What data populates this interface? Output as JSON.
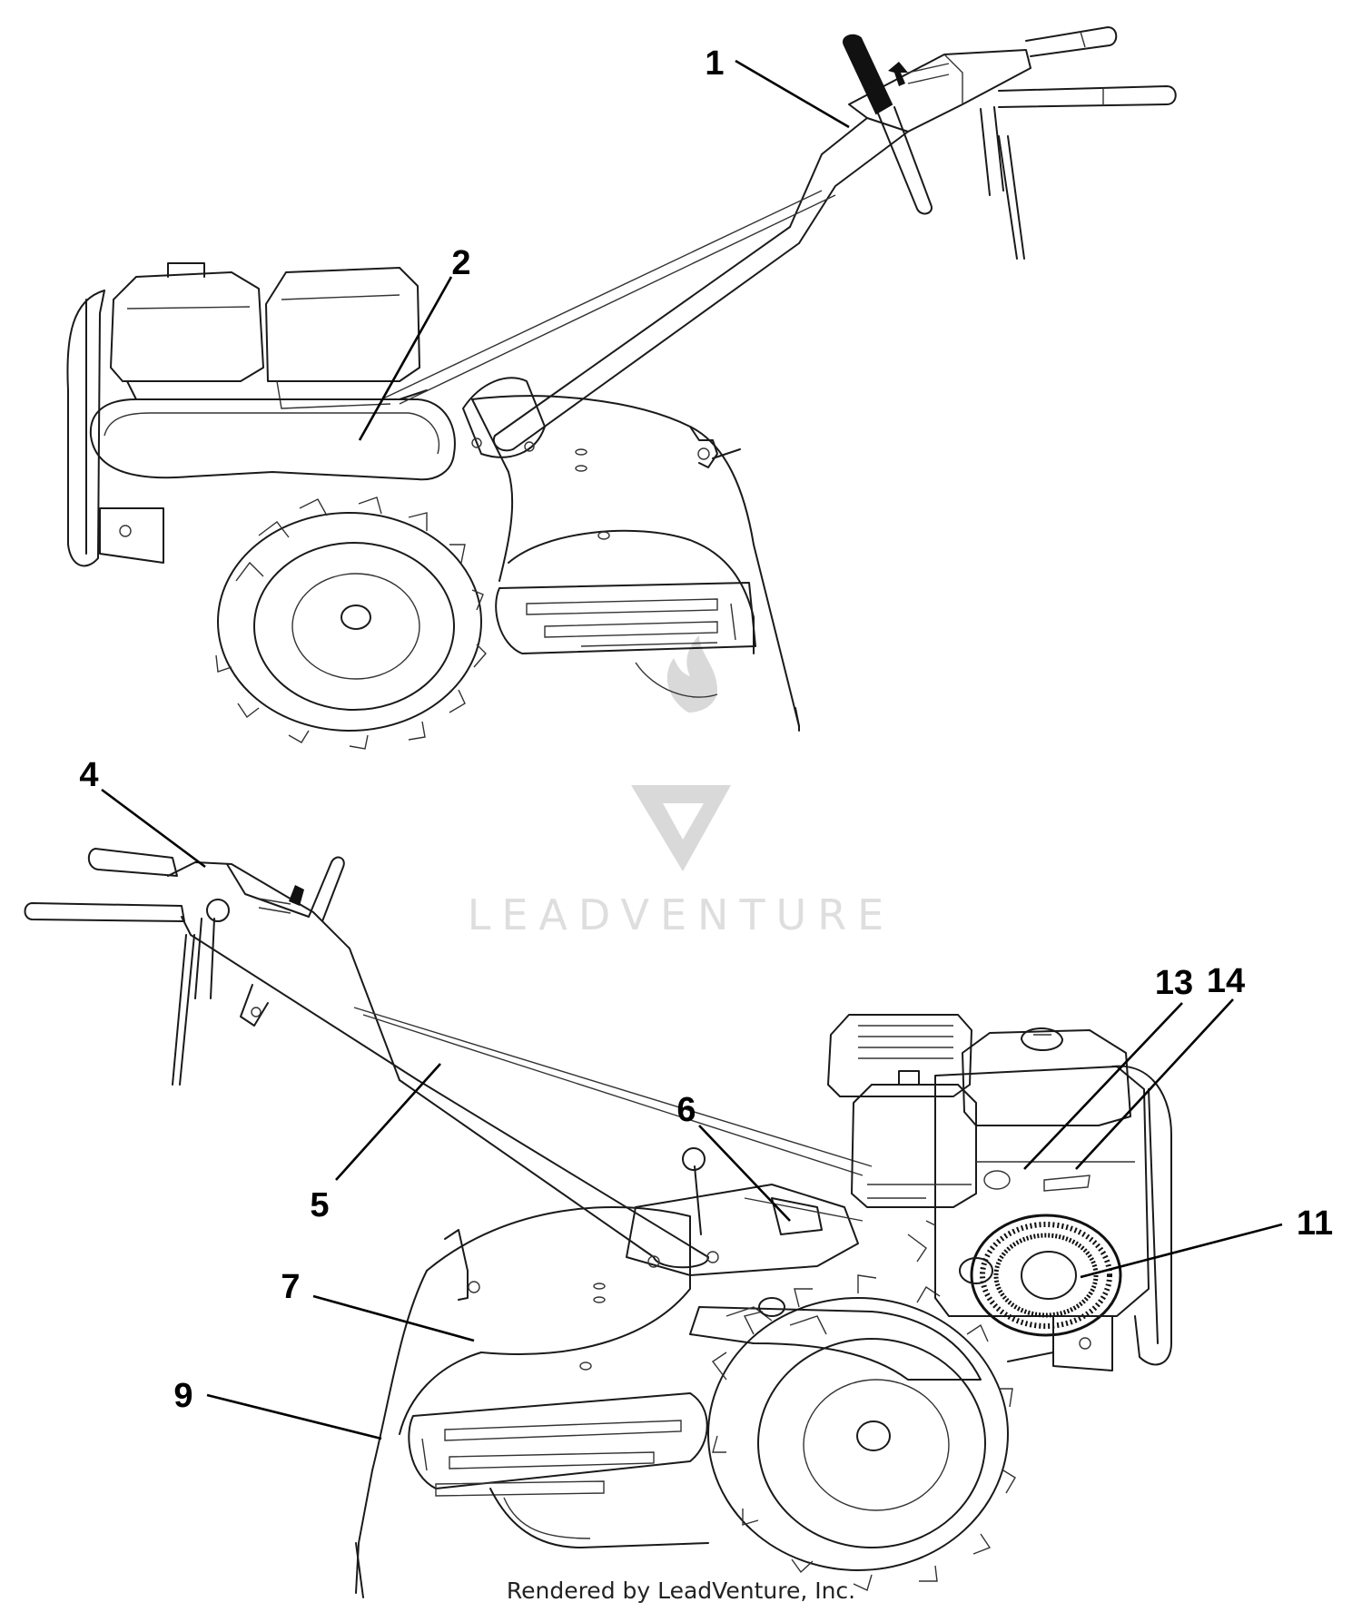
{
  "callouts": {
    "c1": "1",
    "c2": "2",
    "c4": "4",
    "c5": "5",
    "c6": "6",
    "c7": "7",
    "c9": "9",
    "c11": "11",
    "c13": "13",
    "c14": "14"
  },
  "watermark": {
    "text": "LEADVENTURE"
  },
  "footer": {
    "text": "Rendered by LeadVenture, Inc."
  }
}
